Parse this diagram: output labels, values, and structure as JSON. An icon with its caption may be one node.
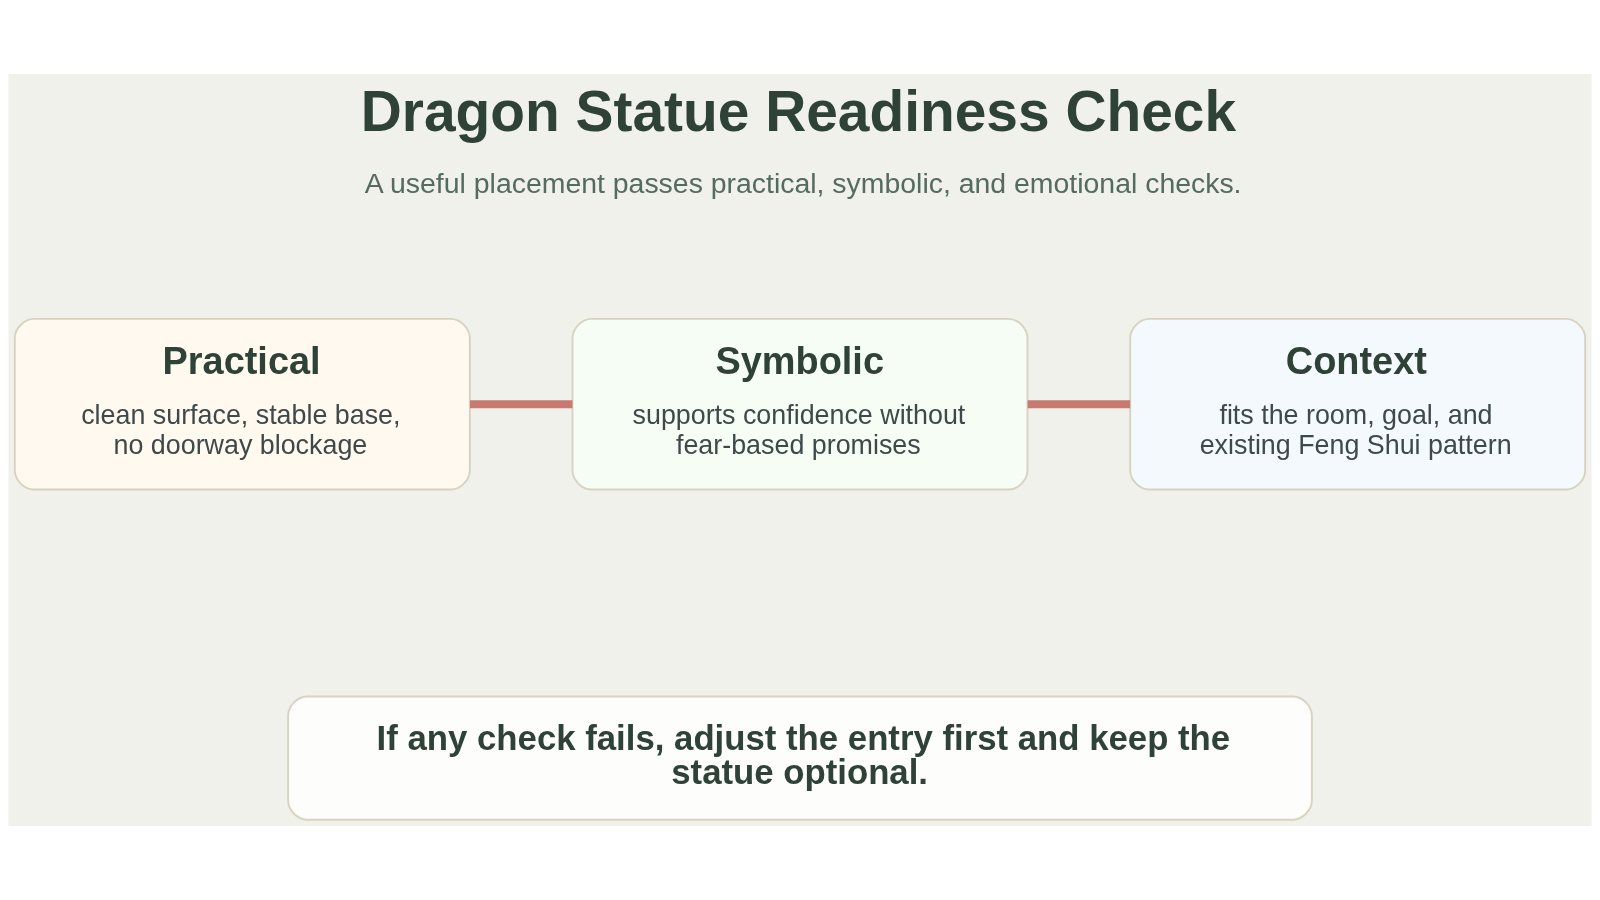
{
  "diagram": {
    "title": "Dragon Statue Readiness Check",
    "nodes": [
      {
        "text": [
          "Practical",
          "clean surface, stable base, no doorway blockage"
        ]
      },
      {
        "text": [
          "Symbolic",
          "supports confidence without fear-based promises"
        ]
      },
      {
        "text": [
          "Context",
          "fits the room, goal, and existing Feng Shui pattern"
        ]
      },
      {
        "text": [
          "If any check fails, adjust the entry first and keep the statue optional."
        ]
      }
    ],
    "edges": [
      {
        "from": 0,
        "to": 1,
        "arrow": "none"
      },
      {
        "from": 1,
        "to": 2,
        "arrow": "none"
      }
    ],
    "labels": [
      "A useful placement passes practical, symbolic, and emotional checks."
    ]
  }
}
